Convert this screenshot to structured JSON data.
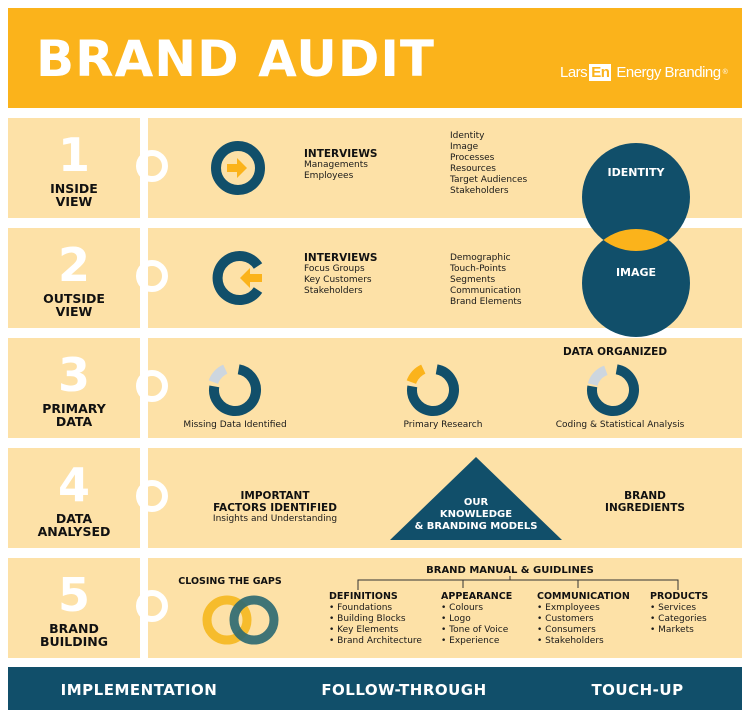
{
  "header": {
    "title": "BRAND AUDIT",
    "logo": {
      "part1": "Lars",
      "part2": "En",
      "part3": "Energy Branding",
      "mark": "®"
    }
  },
  "colors": {
    "orange": "#FBB31B",
    "panel": "#FDE1A7",
    "dark_blue": "#114F6A",
    "light_gray": "#CDD6DF"
  },
  "steps": [
    {
      "number": "1",
      "label_line1": "INSIDE",
      "label_line2": "VIEW"
    },
    {
      "number": "2",
      "label_line1": "OUTSIDE",
      "label_line2": "VIEW"
    },
    {
      "number": "3",
      "label_line1": "PRIMARY",
      "label_line2": "DATA"
    },
    {
      "number": "4",
      "label_line1": "DATA",
      "label_line2": "ANALYSED"
    },
    {
      "number": "5",
      "label_line1": "BRAND",
      "label_line2": "BUILDING"
    }
  ],
  "row1": {
    "icon": "arrow-right-in-circle-icon",
    "heading": "INTERVIEWS",
    "items": [
      "Managements",
      "Employees"
    ],
    "topics": [
      "Identity",
      "Image",
      "Processes",
      "Resources",
      "Target Audiences",
      "Stakeholders"
    ]
  },
  "row2": {
    "icon": "arrow-left-into-open-circle-icon",
    "heading": "INTERVIEWS",
    "items": [
      "Focus Groups",
      "Key Customers",
      "Stakeholders"
    ],
    "topics": [
      "Demographic",
      "Touch-Points",
      "Segments",
      "Communication",
      "Brand Elements"
    ]
  },
  "venn": {
    "top": "IDENTITY",
    "bottom": "IMAGE"
  },
  "row3": {
    "heading": "DATA ORGANIZED",
    "donuts": [
      "Missing Data Identified",
      "Primary Research",
      "Coding & Statistical Analysis"
    ]
  },
  "row4": {
    "left_heading_1": "IMPORTANT",
    "left_heading_2": "FACTORS IDENTIFIED",
    "left_sub": "Insights and Understanding",
    "triangle_1": "OUR",
    "triangle_2": "KNOWLEDGE",
    "triangle_3": "& BRANDING MODELS",
    "right_1": "BRAND",
    "right_2": "INGREDIENTS"
  },
  "row5": {
    "gaps": "CLOSING THE GAPS",
    "manual": "BRAND MANUAL & GUIDLINES",
    "columns": [
      {
        "title": "DEFINITIONS",
        "items": [
          "Foundations",
          "Building Blocks",
          "Key Elements",
          "Brand Architecture"
        ]
      },
      {
        "title": "APPEARANCE",
        "items": [
          "Colours",
          "Logo",
          "Tone of Voice",
          "Experience"
        ]
      },
      {
        "title": "COMMUNICATION",
        "items": [
          "Exmployees",
          "Customers",
          "Consumers",
          "Stakeholders"
        ]
      },
      {
        "title": "PRODUCTS",
        "items": [
          "Services",
          "Categories",
          "Markets"
        ]
      }
    ]
  },
  "footer": {
    "phases": [
      "IMPLEMENTATION",
      "FOLLOW-THROUGH",
      "TOUCH-UP"
    ]
  }
}
